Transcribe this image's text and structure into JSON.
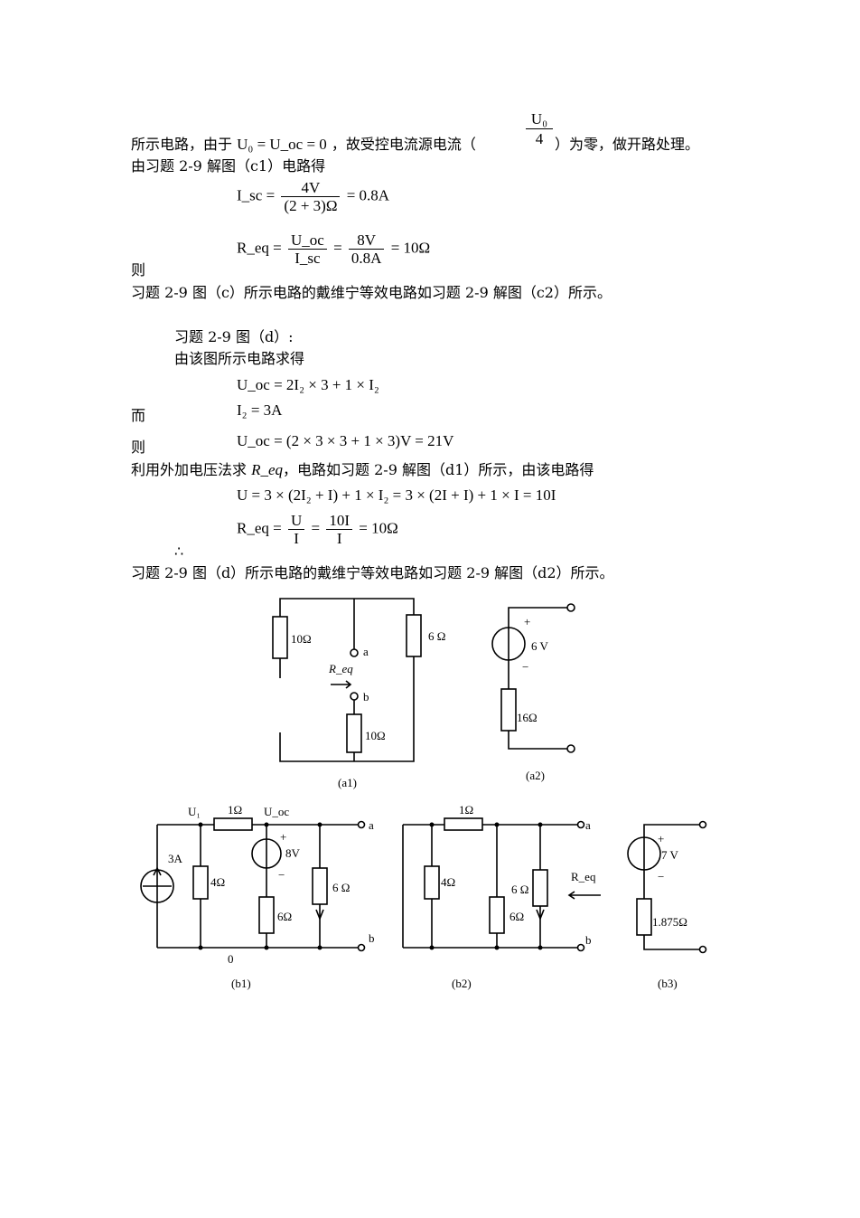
{
  "text": {
    "line1_a": "所示电路，由于",
    "line1_b": "，故受控电流源电流（",
    "line1_c": "）为零，做开路处理。",
    "line2": "由习题 2-9 解图（c1）电路得",
    "ze": "则",
    "line3": "习题 2-9 图（c）所示电路的戴维宁等效电路如习题 2-9 解图（c2）所示。",
    "line4": "习题 2-9 图（d）:",
    "line5": "由该图所示电路求得",
    "er": "而",
    "ze2": "则",
    "line6_a": "利用外加电压法求 ",
    "line6_b": "，电路如习题 2-9 解图（d1）所示，由该电路得",
    "therefore": "∴",
    "line7": "习题 2-9 图（d）所示电路的戴维宁等效电路如习题 2-9 解图（d2）所示。"
  },
  "eq": {
    "u0_uoc": "U₀ = U_oc = 0",
    "frac_num": "U₀",
    "frac_den": "4",
    "isc_lhs": "I_sc =",
    "isc_num": "4V",
    "isc_den": "(2 + 3)Ω",
    "isc_rhs": "= 0.8A",
    "req_lhs": "R_eq =",
    "req_num1": "U_oc",
    "req_den1": "I_sc",
    "req_num2": "8V",
    "req_den2": "0.8A",
    "req_rhs": "= 10Ω",
    "uoc1": "U_oc = 2I₂ × 3 + 1 × I₂",
    "i2": "I₂ = 3A",
    "uoc2": "U_oc = (2 × 3 × 3 + 1 × 3)V = 21V",
    "req_sym": "R_eq",
    "u_eq": "U = 3 × (2I₂ + I) + 1 × I₂ = 3 × (2I + I) + 1 × I = 10I",
    "req2_lhs": "R_eq =",
    "req2_num1": "U",
    "req2_den1": "I",
    "req2_num2": "10I",
    "req2_den2": "I",
    "req2_rhs": "= 10Ω"
  },
  "figures": {
    "a1": {
      "r_left": "10Ω",
      "r_right": "6 Ω",
      "r_bottom": "10Ω",
      "node_a": "a",
      "node_b": "b",
      "req": "R_eq",
      "caption": "(a1)"
    },
    "a2": {
      "src": "6 V",
      "plus": "+",
      "minus": "−",
      "res": "16Ω",
      "caption": "(a2)"
    },
    "b1": {
      "u1": "U₁",
      "uoc": "U_oc",
      "r_top": "1Ω",
      "src_i": "3A",
      "r4": "4Ω",
      "src_v": "8V",
      "plus": "+",
      "minus": "−",
      "r6a": "6Ω",
      "r6b": "6 Ω",
      "node_a": "a",
      "node_b": "b",
      "node_0": "0",
      "caption": "(b1)"
    },
    "b2": {
      "r_top": "1Ω",
      "r4": "4Ω",
      "r6a": "6Ω",
      "r6b": "6 Ω",
      "req": "R_eq",
      "node_a": "a",
      "node_b": "b",
      "caption": "(b2)"
    },
    "b3": {
      "src": "7 V",
      "plus": "+",
      "minus": "−",
      "res": "1.875Ω",
      "caption": "(b3)"
    }
  }
}
